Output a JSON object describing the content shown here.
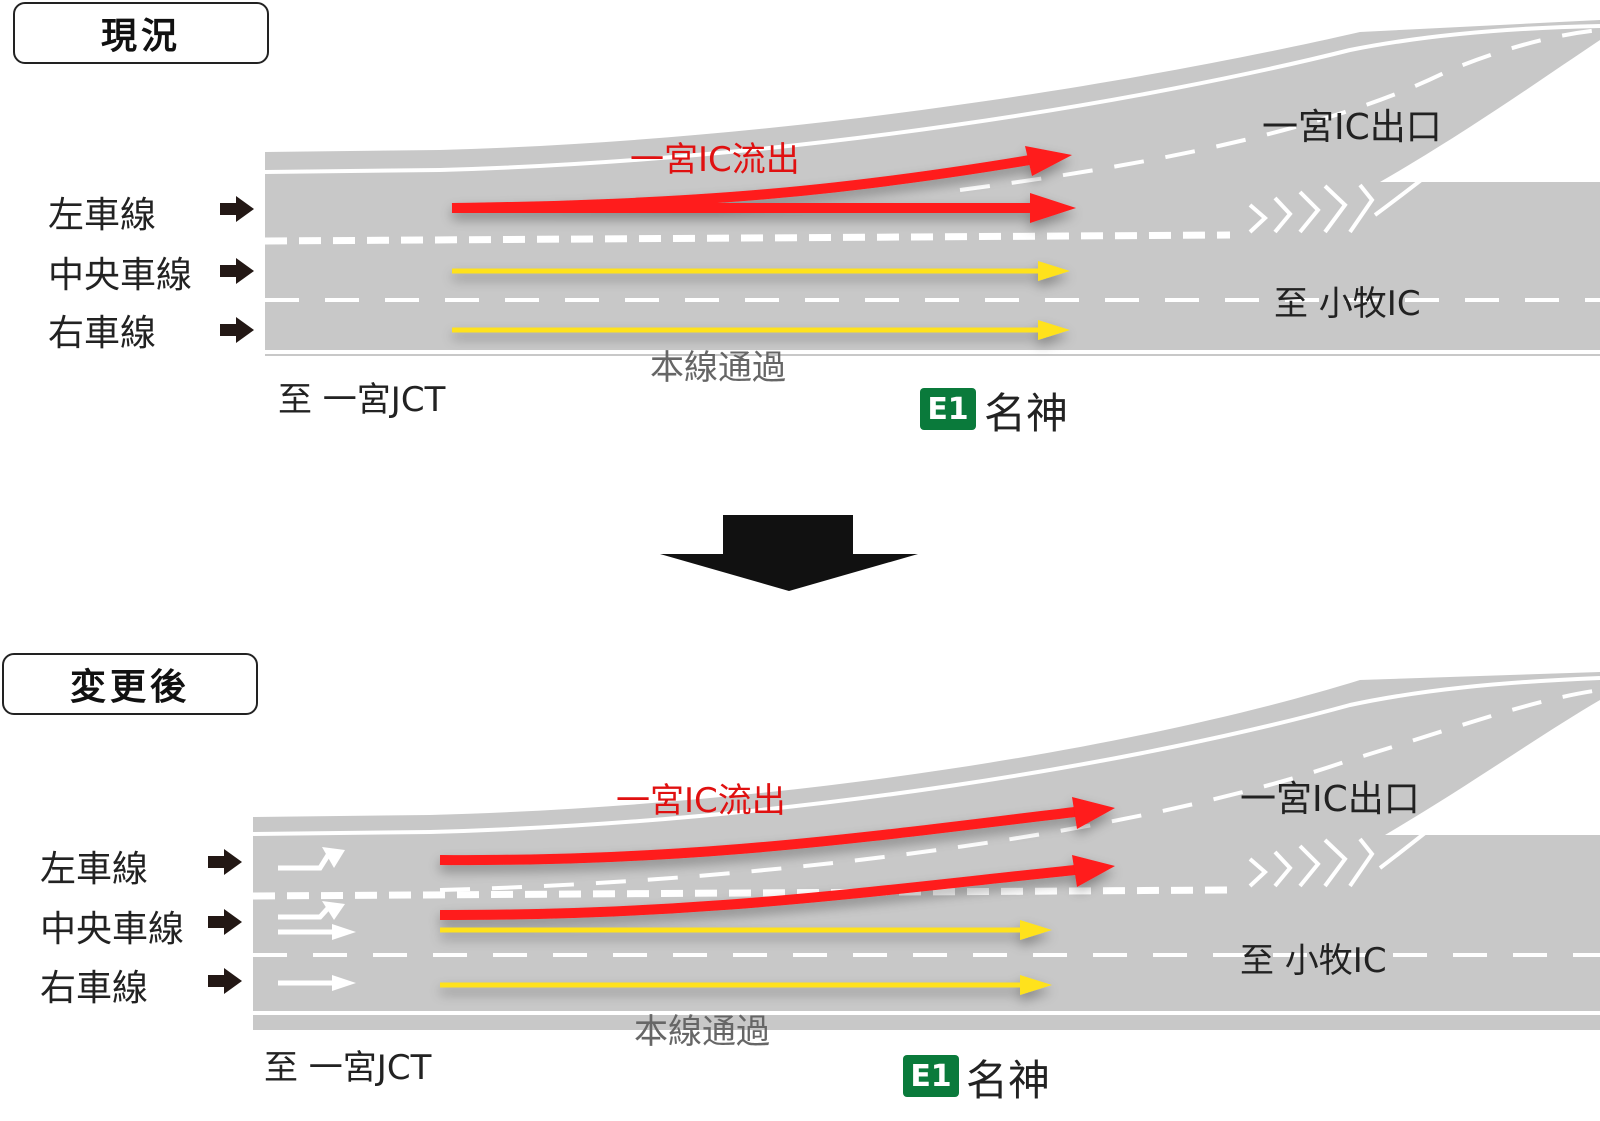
{
  "panels": [
    {
      "id": "before",
      "title": "現況",
      "lanes": [
        "左車線",
        "中央車線",
        "右車線"
      ],
      "labels": {
        "exit_flow": "一宮IC流出",
        "through": "本線通過",
        "exit": "一宮IC出口",
        "to_komaki": "至 小牧IC",
        "to_ichinomiya": "至 一宮JCT"
      },
      "route": {
        "badge": "E1",
        "name": "名神"
      }
    },
    {
      "id": "after",
      "title": "変更後",
      "lanes": [
        "左車線",
        "中央車線",
        "右車線"
      ],
      "labels": {
        "exit_flow": "一宮IC流出",
        "through": "本線通過",
        "exit": "一宮IC出口",
        "to_komaki": "至 小牧IC",
        "to_ichinomiya": "至 一宮JCT"
      },
      "route": {
        "badge": "E1",
        "name": "名神"
      }
    }
  ],
  "colors": {
    "road": "#c8c8c8",
    "lane_line": "#ffffff",
    "exit_flow": "#ff1a1a",
    "through_flow": "#ffe21a",
    "route_badge": "#0a7a3b"
  },
  "icons": [
    "right-arrow-icon",
    "down-arrow-icon",
    "lane-straight-icon",
    "lane-left-turn-icon",
    "chevron-hatch-icon"
  ]
}
